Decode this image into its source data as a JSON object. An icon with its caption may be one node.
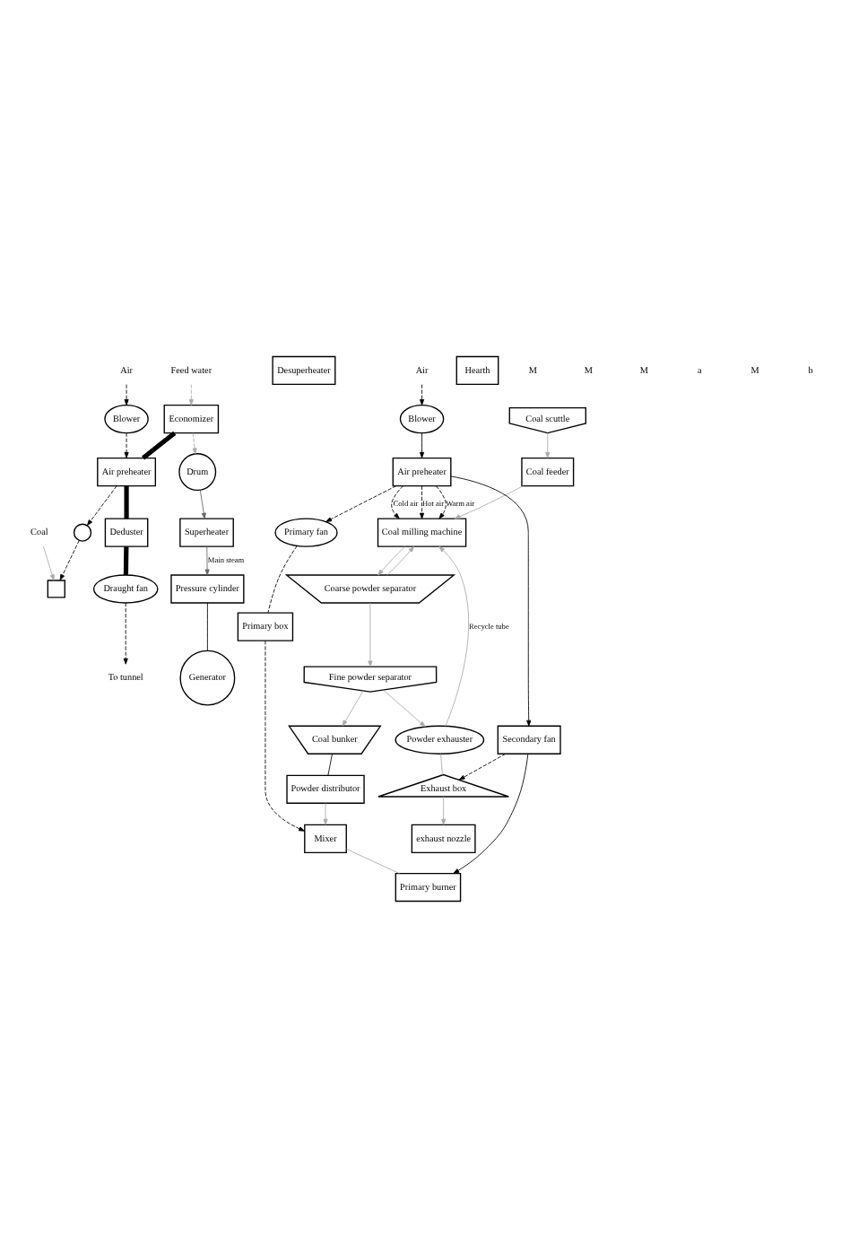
{
  "diagram": {
    "nodes": [
      {
        "text": [
          "Drum"
        ]
      },
      {
        "text": [
          "Superheater"
        ]
      },
      {
        "text": [
          "Pressure cylinder"
        ]
      },
      {
        "text": [
          "Generator"
        ]
      },
      {
        "text": [
          "Desuperheater"
        ]
      },
      {
        "text": [
          "Economizer"
        ]
      },
      {
        "text": [
          "Coal"
        ]
      },
      {
        "text": [],
        "shape": "box"
      },
      {
        "text": [
          "Feed water"
        ]
      },
      {
        "text": [
          "Air preheater"
        ]
      },
      {
        "text": [
          "Deduster"
        ]
      },
      {
        "text": [
          "Draught fan"
        ]
      },
      {
        "text": [
          "To tunnel"
        ]
      },
      {
        "text": [
          "Blower"
        ]
      },
      {
        "text": [
          "Air"
        ]
      },
      {
        "text": [],
        "shape": "circle"
      },
      {
        "text": [
          "Coal scuttle"
        ]
      },
      {
        "text": [
          "Coal feeder"
        ]
      },
      {
        "text": [
          "Coal milling machine"
        ]
      },
      {
        "text": [
          "Coarse powder separator"
        ]
      },
      {
        "text": [
          "Fine powder separator"
        ]
      },
      {
        "text": [
          "Coal bunker"
        ]
      },
      {
        "text": [
          "Powder distributor"
        ]
      },
      {
        "text": [
          "Powder exhauster"
        ]
      },
      {
        "text": [
          "Exhaust box"
        ]
      },
      {
        "text": [
          "Hearth"
        ]
      },
      {
        "text": [
          "exhaust nozzle"
        ]
      },
      {
        "text": [
          "Primary burner"
        ]
      },
      {
        "text": [
          "Mixer"
        ]
      },
      {
        "text": [
          "Primary box"
        ]
      },
      {
        "text": [
          "Primary fan"
        ]
      },
      {
        "text": [
          "Secondary fan"
        ]
      },
      {
        "text": [
          "Air preheater"
        ]
      },
      {
        "text": [
          "Blower"
        ]
      },
      {
        "text": [
          "Air"
        ]
      }
    ],
    "edges": [
      {
        "from": 0,
        "to": 1,
        "arrow": "to",
        "color": "#666666"
      },
      {
        "from": 1,
        "to": 2,
        "arrow": "to",
        "label": "Main steam",
        "color": "#666666"
      },
      {
        "from": 2,
        "to": 3,
        "arrow": "none"
      },
      {
        "from": 8,
        "to": 5,
        "arrow": "to",
        "style": "dashed",
        "color": "#aaaaaa"
      },
      {
        "from": 5,
        "to": 0,
        "arrow": "to",
        "style": "dashed",
        "color": "#aaaaaa"
      },
      {
        "from": 6,
        "to": 7,
        "arrow": "to",
        "color": "#aaaaaa"
      },
      {
        "from": 5,
        "to": 9,
        "arrow": "none",
        "style": "thick"
      },
      {
        "from": 9,
        "to": 10,
        "arrow": "none",
        "style": "thick"
      },
      {
        "from": 10,
        "to": 11,
        "arrow": "none",
        "style": "thick"
      },
      {
        "from": 11,
        "to": 12,
        "arrow": "to",
        "style": "dashed"
      },
      {
        "from": 14,
        "to": 13,
        "arrow": "to",
        "style": "dashed"
      },
      {
        "from": 13,
        "to": 9,
        "arrow": "to",
        "style": "dashed"
      },
      {
        "from": 9,
        "to": 15,
        "arrow": "to",
        "style": "dashed"
      },
      {
        "from": 15,
        "to": 7,
        "arrow": "to",
        "style": "dashed"
      },
      {
        "from": 16,
        "to": 17,
        "arrow": "to",
        "color": "#aaaaaa"
      },
      {
        "from": 17,
        "to": 18,
        "arrow": "to",
        "color": "#aaaaaa"
      },
      {
        "from": 18,
        "to": 19,
        "arrow": "to",
        "color": "#aaaaaa"
      },
      {
        "from": 19,
        "to": 18,
        "arrow": "to",
        "color": "#aaaaaa"
      },
      {
        "from": 19,
        "to": 20,
        "arrow": "to",
        "color": "#aaaaaa"
      },
      {
        "from": 20,
        "to": 21,
        "arrow": "to",
        "color": "#aaaaaa"
      },
      {
        "from": 20,
        "to": 23,
        "arrow": "to",
        "color": "#aaaaaa"
      },
      {
        "from": 23,
        "to": 18,
        "arrow": "to",
        "label": "Recycle tube",
        "color": "#aaaaaa"
      },
      {
        "from": 23,
        "to": 24,
        "arrow": "none",
        "color": "#aaaaaa"
      },
      {
        "from": 24,
        "to": 26,
        "arrow": "to",
        "color": "#aaaaaa"
      },
      {
        "from": 21,
        "to": 22,
        "arrow": "none"
      },
      {
        "from": 22,
        "to": 28,
        "arrow": "to",
        "color": "#aaaaaa"
      },
      {
        "from": 30,
        "to": 29,
        "arrow": "none",
        "style": "dashed"
      },
      {
        "from": 29,
        "to": 28,
        "arrow": "to",
        "style": "dashed"
      },
      {
        "from": 28,
        "to": 27,
        "arrow": "none",
        "color": "#aaaaaa"
      },
      {
        "from": 32,
        "to": 31,
        "arrow": "to"
      },
      {
        "from": 31,
        "to": 27,
        "arrow": "to"
      },
      {
        "from": 31,
        "to": 24,
        "arrow": "to",
        "style": "dashed"
      },
      {
        "from": 32,
        "to": 30,
        "arrow": "to",
        "style": "dashed"
      },
      {
        "from": 32,
        "to": 18,
        "arrow": "to",
        "label": "Hot air",
        "style": "dashed"
      },
      {
        "from": 32,
        "to": 18,
        "arrow": "to",
        "label": "Warm air",
        "style": "dashed"
      },
      {
        "from": 32,
        "to": 18,
        "arrow": "to",
        "label": "Cold air",
        "style": "dashed"
      },
      {
        "from": 34,
        "to": 33,
        "arrow": "to",
        "style": "dashed"
      },
      {
        "from": 33,
        "to": 32,
        "arrow": "to"
      }
    ],
    "labels": [
      "M",
      "M",
      "M",
      "a",
      "M",
      "b"
    ]
  }
}
